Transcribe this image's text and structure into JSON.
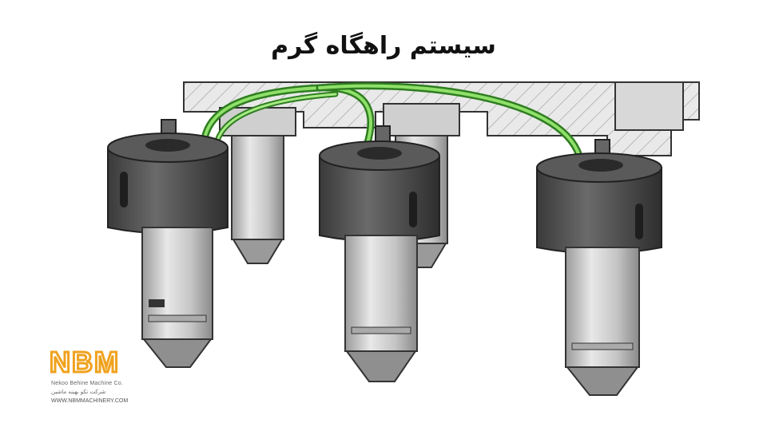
{
  "title": "سیستم راهگاه گرم",
  "logo": {
    "mark": "NBM",
    "company_en": "Nekoo Behine Machine Co.",
    "company_fa": "شرکت نکو بهینه ماشین",
    "website": "WWW.NBMMACHINERY.COM"
  },
  "colors": {
    "accent": "#f0a21e",
    "channel": "#57c23a",
    "metal": "#d6d6d6"
  }
}
